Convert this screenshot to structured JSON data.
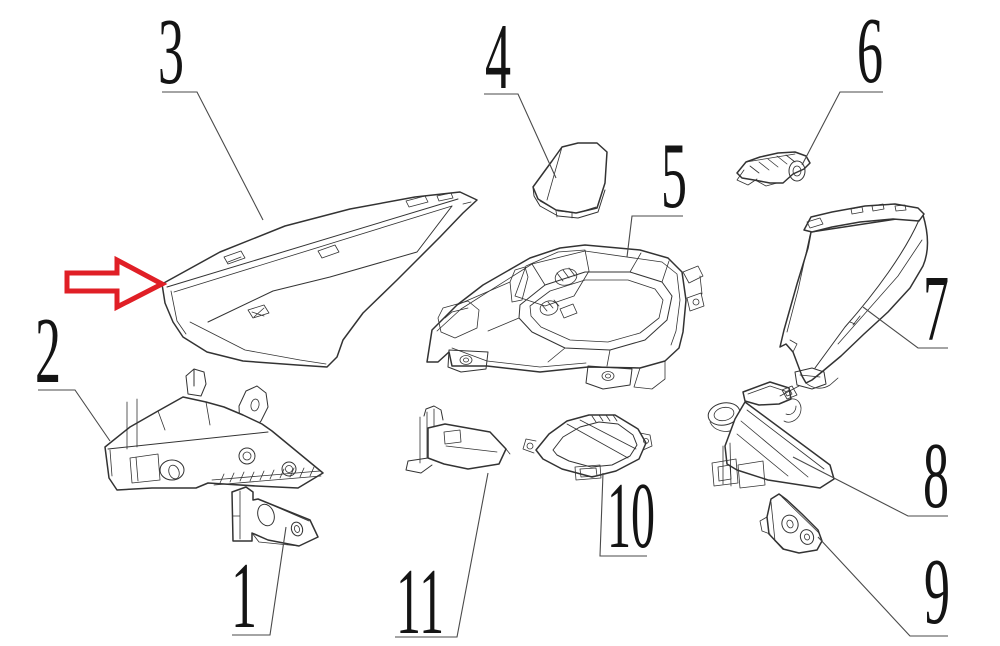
{
  "figure": {
    "background_color": "#ffffff",
    "line_color": "#333333",
    "leader_color": "#4a4a4a",
    "label_color": "#141414",
    "arrow": {
      "color": "#e01f26",
      "fill": "#ffffff",
      "direction": "right"
    }
  },
  "callouts": {
    "c1": {
      "label": "1"
    },
    "c2": {
      "label": "2"
    },
    "c3": {
      "label": "3"
    },
    "c4": {
      "label": "4"
    },
    "c5": {
      "label": "5"
    },
    "c6": {
      "label": "6"
    },
    "c7": {
      "label": "7"
    },
    "c8": {
      "label": "8"
    },
    "c9": {
      "label": "9"
    },
    "c10": {
      "label": "10"
    },
    "c11": {
      "label": "11"
    }
  }
}
